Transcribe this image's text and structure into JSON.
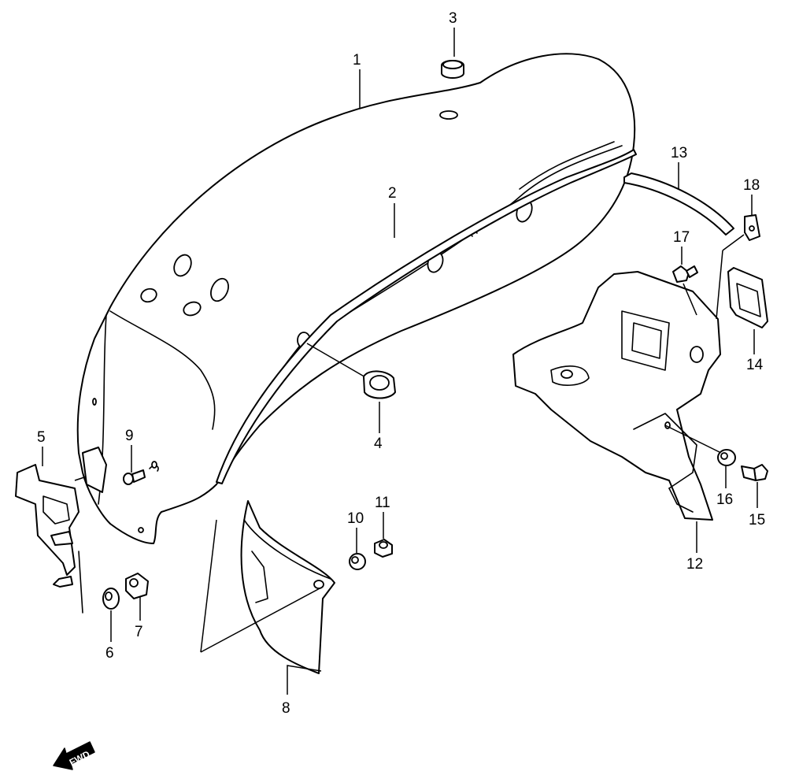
{
  "callouts": [
    "1",
    "2",
    "3",
    "4",
    "5",
    "6",
    "7",
    "8",
    "9",
    "10",
    "11",
    "12",
    "13",
    "14",
    "15",
    "16",
    "17",
    "18"
  ],
  "fwd_label": "FWD"
}
